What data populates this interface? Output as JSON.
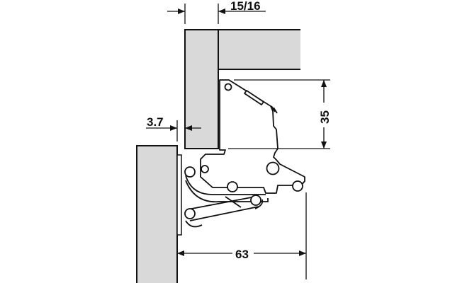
{
  "dimensions": {
    "overlay_width": "15/16",
    "gap": "3.7",
    "cup_depth": "35",
    "projection": "63"
  },
  "colors": {
    "panel_fill": "#d9d9d9",
    "line": "#111111"
  }
}
